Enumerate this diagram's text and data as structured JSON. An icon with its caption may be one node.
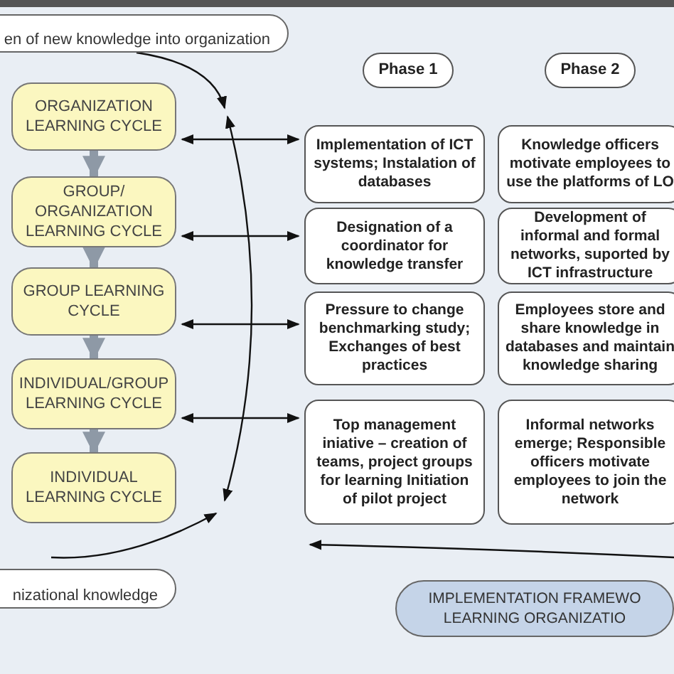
{
  "diagram": {
    "nodes": [
      {
        "text": [
          "en of new knowledge into organization"
        ]
      },
      {
        "text": [
          "ORGANIZATION LEARNING CYCLE"
        ]
      },
      {
        "text": [
          "GROUP/ ORGANIZATION LEARNING CYCLE"
        ]
      },
      {
        "text": [
          "GROUP LEARNING CYCLE"
        ]
      },
      {
        "text": [
          "INDIVIDUAL/GROUP LEARNING CYCLE"
        ]
      },
      {
        "text": [
          "INDIVIDUAL LEARNING CYCLE"
        ]
      },
      {
        "text": [
          "Phase 1"
        ]
      },
      {
        "text": [
          "Phase 2"
        ]
      },
      {
        "text": [
          "Implementation of ICT systems; Instalation of databases"
        ]
      },
      {
        "text": [
          "Designation of a coordinator for knowledge transfer"
        ]
      },
      {
        "text": [
          "Pressure to change benchmarking study; Exchanges of best practices"
        ]
      },
      {
        "text": [
          "Top management iniative – creation of teams, project groups for learning Initiation of pilot project"
        ]
      },
      {
        "text": [
          "Knowledge officers motivate employees to use the platforms of LO"
        ]
      },
      {
        "text": [
          "Development of informal and formal networks, suported by ICT infrastructure"
        ]
      },
      {
        "text": [
          "Employees store and share knowledge in databases and maintain knowledge sharing"
        ]
      },
      {
        "text": [
          "Informal networks emerge; Responsible officers motivate employees to join the network"
        ]
      },
      {
        "text": [
          "nizational knowledge"
        ]
      },
      {
        "text": [
          "IMPLEMENTATION FRAMEWO LEARNING ORGANIZATIO"
        ]
      }
    ],
    "edges": [
      {
        "from": 0,
        "to": null,
        "arrow": "to"
      },
      {
        "from": 1,
        "to": 2,
        "arrow": "to",
        "style": "thick",
        "color": "#8e99a6"
      },
      {
        "from": 2,
        "to": 3,
        "arrow": "to",
        "style": "thick",
        "color": "#8e99a6"
      },
      {
        "from": 3,
        "to": 4,
        "arrow": "to",
        "style": "thick",
        "color": "#8e99a6"
      },
      {
        "from": 4,
        "to": 5,
        "arrow": "to",
        "style": "thick",
        "color": "#8e99a6"
      },
      {
        "from": 1,
        "to": 8,
        "arrow": "both"
      },
      {
        "from": 2,
        "to": 9,
        "arrow": "both"
      },
      {
        "from": 3,
        "to": 10,
        "arrow": "both"
      },
      {
        "from": 4,
        "to": 11,
        "arrow": "both"
      },
      {
        "from": 16,
        "to": null,
        "arrow": "to"
      }
    ]
  }
}
